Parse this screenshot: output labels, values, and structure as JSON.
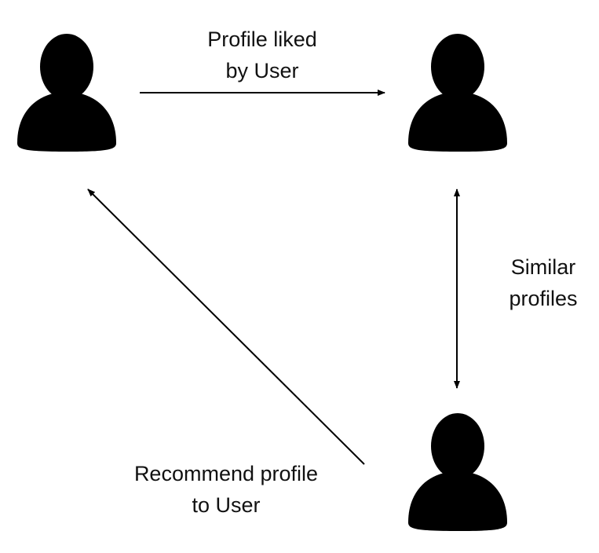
{
  "edges": {
    "liked": {
      "line1": "Profile liked",
      "line2": "by User"
    },
    "similar": {
      "line1": "Similar",
      "line2": "profiles"
    },
    "recommend": {
      "line1": "Recommend profile",
      "line2": "to User"
    }
  },
  "colors": {
    "ink": "#000000",
    "background": "#ffffff"
  }
}
